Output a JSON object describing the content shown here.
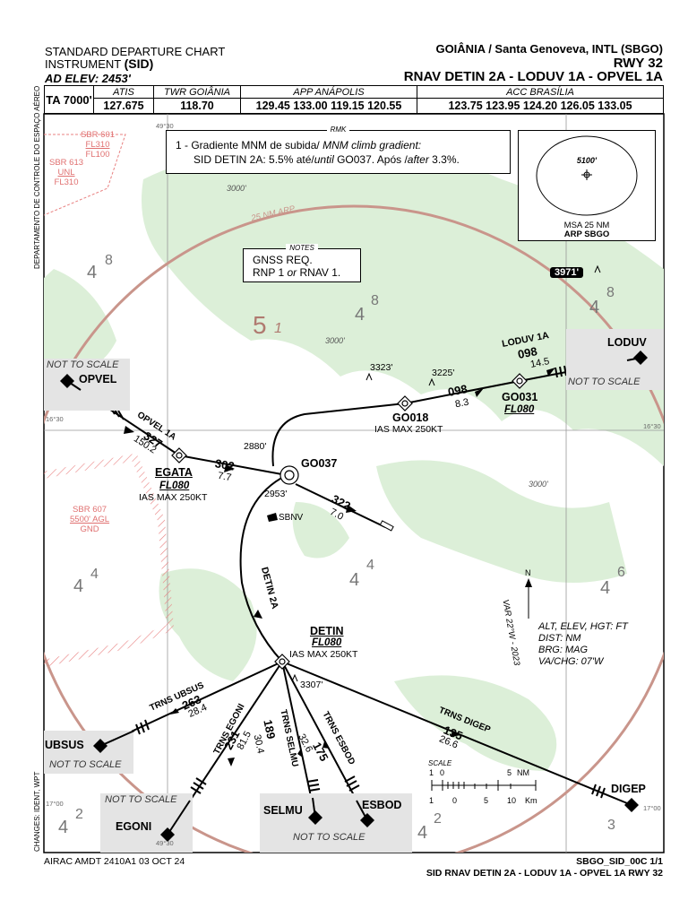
{
  "header": {
    "chart_type_line1": "STANDARD DEPARTURE CHART",
    "chart_type_line2": "INSTRUMENT",
    "chart_type_abbr": "(SID)",
    "ad_elev": "AD ELEV: 2453'",
    "aerodrome": "GOIÂNIA / Santa Genoveva, INTL (SBGO)",
    "runway": "RWY 32",
    "procedure": "RNAV DETIN 2A - LODUV 1A - OPVEL 1A"
  },
  "frequencies": {
    "ta": "TA 7000'",
    "cols": [
      {
        "label": "ATIS",
        "value": "127.675"
      },
      {
        "label": "TWR GOIÂNIA",
        "value": "118.70"
      },
      {
        "label": "APP ANÁPOLIS",
        "value": "129.45 133.00 119.15 120.55"
      },
      {
        "label": "ACC BRASÍLIA",
        "value": "123.75 123.95 124.20 126.05 133.05"
      }
    ]
  },
  "side_label_left": "DEPARTAMENTO DE CONTROLE DO ESPAÇO AÉREO",
  "side_label_bottom": "CHANGES: IDENT, WPT",
  "rmk": {
    "title": "RMK",
    "line1a": "1 - Gradiente MNM de subida/ ",
    "line1b": "MNM climb gradient:",
    "line2a": "SID DETIN 2A: 5.5% até/",
    "line2b": "until",
    "line2c": " GO037. Após /",
    "line2d": "after",
    "line2e": " 3.3%."
  },
  "notes": {
    "title": "NOTES",
    "line1": "GNSS REQ.",
    "line2a": "RNP 1 ",
    "line2b": "or",
    "line2c": " RNAV 1."
  },
  "msa": {
    "altitude": "5100'",
    "line1": "MSA 25 NM",
    "line2": "ARP SBGO"
  },
  "restricted": {
    "sbr601": [
      "SBR 601",
      "FL310",
      "FL100"
    ],
    "sbr613": [
      "SBR 613",
      "UNL",
      "FL310"
    ],
    "sbr607": [
      "SBR 607",
      "5500' AGL",
      "GND"
    ]
  },
  "arp_ring": "25 NM ARP",
  "terrain": {
    "contour_3000": "3000'",
    "numbers": [
      "4",
      "8",
      "5",
      "1",
      "4",
      "8",
      "6",
      "4",
      "2",
      "3"
    ]
  },
  "spot_elevations": [
    "3323'",
    "3225'",
    "2880'",
    "2953'",
    "3307'",
    "3971'"
  ],
  "waypoints": {
    "opvel": "OPVEL",
    "loduv": "LODUV",
    "ubsus": "UBSUS",
    "egoni": "EGONI",
    "selmu": "SELMU",
    "esbod": "ESBOD",
    "digep": "DIGEP",
    "go037": "GO037",
    "go018": "GO018",
    "go031": "GO031",
    "egata": "EGATA",
    "detin": "DETIN",
    "sbnv": "SBNV"
  },
  "not_to_scale": "NOT TO SCALE",
  "fl080": "FL080",
  "ias_max": "IAS MAX 250KT",
  "legs": {
    "opvel_name": "OPVEL 1A",
    "opvel_brg": "327",
    "opvel_dist": "150.2",
    "egata_brg": "302",
    "egata_dist": "7.7",
    "rwy_brg": "322",
    "rwy_dist": "7.0",
    "go018_brg": "098",
    "go018_dist": "8.3",
    "loduv_name": "LODUV 1A",
    "loduv_brg": "098",
    "loduv_dist": "14.5",
    "detin_name": "DETIN 2A",
    "ubsus_name": "TRNS UBSUS",
    "ubsus_brg": "263",
    "ubsus_dist": "28.4",
    "egoni_name": "TRNS EGONI",
    "egoni_brg": "231",
    "egoni_dist": "81.5",
    "selmu_name": "TRNS SELMU",
    "selmu_brg": "189",
    "selmu_dist": "30.4",
    "esbod_name": "TRNS ESBOD",
    "esbod_brg": "175",
    "esbod_dist": "32.6",
    "digep_name": "TRNS DIGEP",
    "digep_brg": "135",
    "digep_dist": "26.6"
  },
  "var": "VAR 22°W - 2023",
  "north": "N",
  "units": {
    "line1": "ALT, ELEV, HGT: FT",
    "line2": "DIST: NM",
    "line3": "BRG: MAG",
    "line4": "VA/CHG: 07'W"
  },
  "scale": {
    "title": "SCALE",
    "nm": "NM",
    "km": "Km",
    "nm_ticks": [
      "1",
      "0",
      "5"
    ],
    "km_ticks": [
      "1",
      "0",
      "5",
      "10"
    ]
  },
  "grid": {
    "lon1": "49°30",
    "lat1": "16°30",
    "lat2": "17°00",
    "lon_b": "49°30"
  },
  "footer": {
    "airac": "AIRAC AMDT 2410A1  03 OCT 24",
    "chart_id": "SBGO_SID_00C 1/1",
    "chart_title": "SID RNAV DETIN 2A - LODUV 1A - OPVEL 1A RWY 32"
  },
  "colors": {
    "terrain": "#dcefd8",
    "ring": "#c9958b",
    "restricted": "#e88080"
  }
}
